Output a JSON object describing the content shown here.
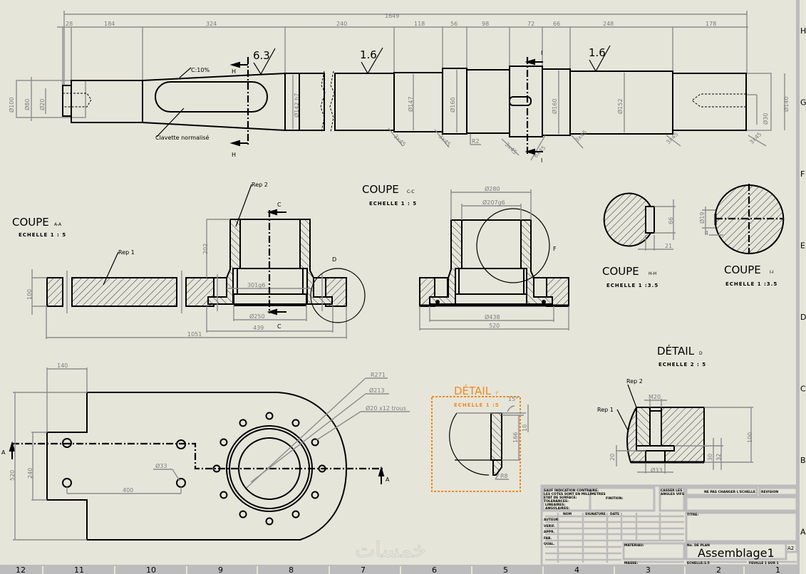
{
  "sheet": {
    "row_labels": [
      "H",
      "G",
      "F",
      "E",
      "D",
      "C",
      "B",
      "A"
    ],
    "col_labels": [
      "12",
      "11",
      "10",
      "9",
      "8",
      "7",
      "6",
      "5",
      "4",
      "3",
      "2",
      "1"
    ],
    "watermark": "خمسات"
  },
  "shaft": {
    "overall": "1649",
    "segments": [
      "28",
      "184",
      "324",
      "240",
      "118",
      "56",
      "98",
      "72",
      "66",
      "248",
      "178"
    ],
    "diameters": [
      "Ø100",
      "Ø80",
      "Ø20",
      "Ø142 h7",
      "Ø147",
      "Ø160",
      "Ø160",
      "Ø152",
      "Ø30",
      "Ø140"
    ],
    "chamfers": [
      "3x45",
      "3x45",
      "R2",
      "3x45",
      "6x45",
      "3x45",
      "3x45",
      "3x45"
    ],
    "roughness": [
      "6.3",
      "1.6",
      "1.6"
    ],
    "taper": "C:10%",
    "section_h": "H",
    "section_i": "I",
    "key_label": "Clavette normalisé"
  },
  "coupe_aa": {
    "title": "COUPE",
    "suffix": "A-A",
    "scale": "ECHELLE 1 : 5",
    "rep1": "Rep 1",
    "rep2": "Rep 2",
    "section": "C",
    "detail": "D",
    "dims": [
      "202",
      "100",
      "301g6",
      "Ø250",
      "439",
      "1051"
    ]
  },
  "coupe_cc": {
    "title": "COUPE",
    "suffix": "C-C",
    "scale": "ECHELLE 1 : 5",
    "detail": "F",
    "dims": [
      "Ø280",
      "Ø207g6",
      "Ø438",
      "520"
    ]
  },
  "coupe_hh": {
    "title": "COUPE",
    "suffix": "H-H",
    "scale": "ECHELLE 1 :3.5",
    "dims": [
      "66",
      "21"
    ]
  },
  "coupe_ii": {
    "title": "COUPE",
    "suffix": "I-I",
    "scale": "ECHELLE 1 :3.5",
    "dims": [
      "Ø19",
      "4"
    ]
  },
  "plan": {
    "section": "A",
    "dims": [
      "140",
      "520",
      "240",
      "400",
      "Ø33"
    ],
    "leaders": [
      "R271",
      "Ø213",
      "Ø20 x12 trous"
    ]
  },
  "detail_f": {
    "title": "DÉTAIL",
    "suffix": "F",
    "scale": "ECHELLE 1 :5",
    "dims": [
      "15°",
      "10",
      "166",
      "R8"
    ],
    "highlight_color": "#f08a1c"
  },
  "detail_d": {
    "title": "DÉTAIL",
    "suffix": "D",
    "scale": "ECHELLE 2 : 5",
    "rep2": "Rep 2",
    "rep1": "Rep 1",
    "dims": [
      "M20",
      "100",
      "20",
      "30",
      "32",
      "Ø33"
    ]
  },
  "title_block": {
    "notes": [
      "SAUF INDICATION CONTRAIRE:",
      "LES COTES SONT EN MILLIMETRES",
      "ETAT DE SURFACE:",
      "TOLERANCES:",
      "LINEAIRES:",
      "ANGULAIRES:"
    ],
    "finish": "FINITION:",
    "edges": [
      "CASSER LES",
      "ANGLES VIFS"
    ],
    "no_scale": "NE PAS CHANGER L'ECHELLE",
    "revision": "REVISION",
    "columns": [
      "NOM",
      "SIGNATURE",
      "DATE"
    ],
    "rows": [
      "AUTEUR",
      "VERIF.",
      "APPR.",
      "FAB.",
      "QUAL."
    ],
    "title_label": "TITRE:",
    "material": "MATERIAU:",
    "drawing_no": "No. DE PLAN",
    "drawing_name": "Assemblage1",
    "format": "A2",
    "mass": "MASSE:",
    "scale": "ECHELLE:1:5",
    "sheet": "FEUILLE 1 SUR 1"
  }
}
